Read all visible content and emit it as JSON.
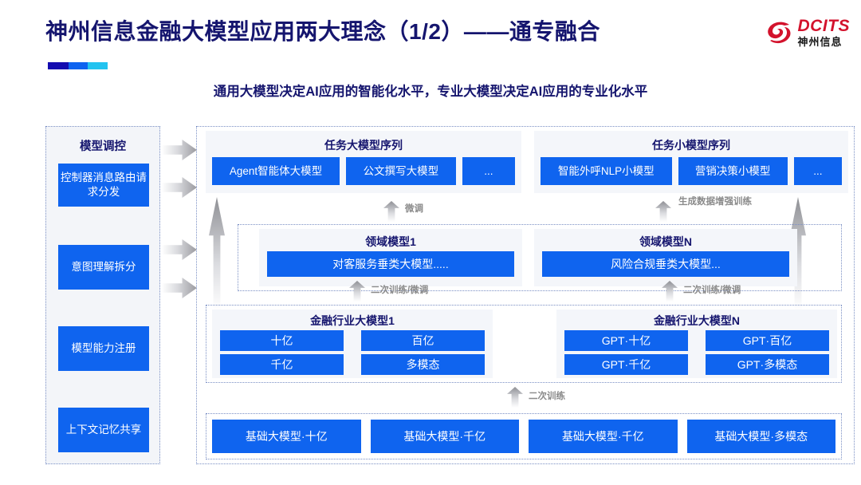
{
  "header": {
    "title": "神州信息金融大模型应用两大理念（1/2）——通专融合",
    "subtitle": "通用大模型决定AI应用的智能化水平，专业大模型决定AI应用的专业化水平",
    "logo": {
      "en": "DCITS",
      "cn": "神州信息",
      "mark": "swirl-logo-icon"
    },
    "accent_colors": {
      "title": "#15156e",
      "bar_dark": "#140bb0",
      "bar_mid": "#0e63f0",
      "bar_light": "#22c3f0",
      "logo_red": "#d3122c"
    }
  },
  "sidebar": {
    "title": "模型调控",
    "items": [
      {
        "label": "控制器消息路由请求分发"
      },
      {
        "label": "意图理解拆分"
      },
      {
        "label": "模型能力注册"
      },
      {
        "label": "上下文记忆共享"
      }
    ]
  },
  "diagram": {
    "box_color": "#0f64ef",
    "task_large": {
      "title": "任务大模型序列",
      "boxes": [
        "Agent智能体大模型",
        "公文撰写大模型",
        "..."
      ]
    },
    "task_small": {
      "title": "任务小模型序列",
      "boxes": [
        "智能外呼NLP小模型",
        "营销决策小模型",
        "..."
      ]
    },
    "domain_1": {
      "title": "领域模型1",
      "box": "对客服务垂类大模型....."
    },
    "domain_n": {
      "title": "领域模型N",
      "box": "风险合规垂类大模型..."
    },
    "industry_1": {
      "title": "金融行业大模型1",
      "boxes": [
        "十亿",
        "百亿",
        "千亿",
        "多模态"
      ]
    },
    "industry_n": {
      "title": "金融行业大模型N",
      "boxes": [
        "GPT·十亿",
        "GPT·百亿",
        "GPT·千亿",
        "GPT·多模态"
      ]
    },
    "base_models": [
      "基础大模型·十亿",
      "基础大模型·千亿",
      "基础大模型·千亿",
      "基础大模型·多模态"
    ],
    "arrow_labels": {
      "fine_tune": "微调",
      "data_aug": "生成数据增强训练",
      "retrain_tune_left": "二次训练/微调",
      "retrain_tune_right": "二次训练/微调",
      "retrain": "二次训练"
    }
  }
}
